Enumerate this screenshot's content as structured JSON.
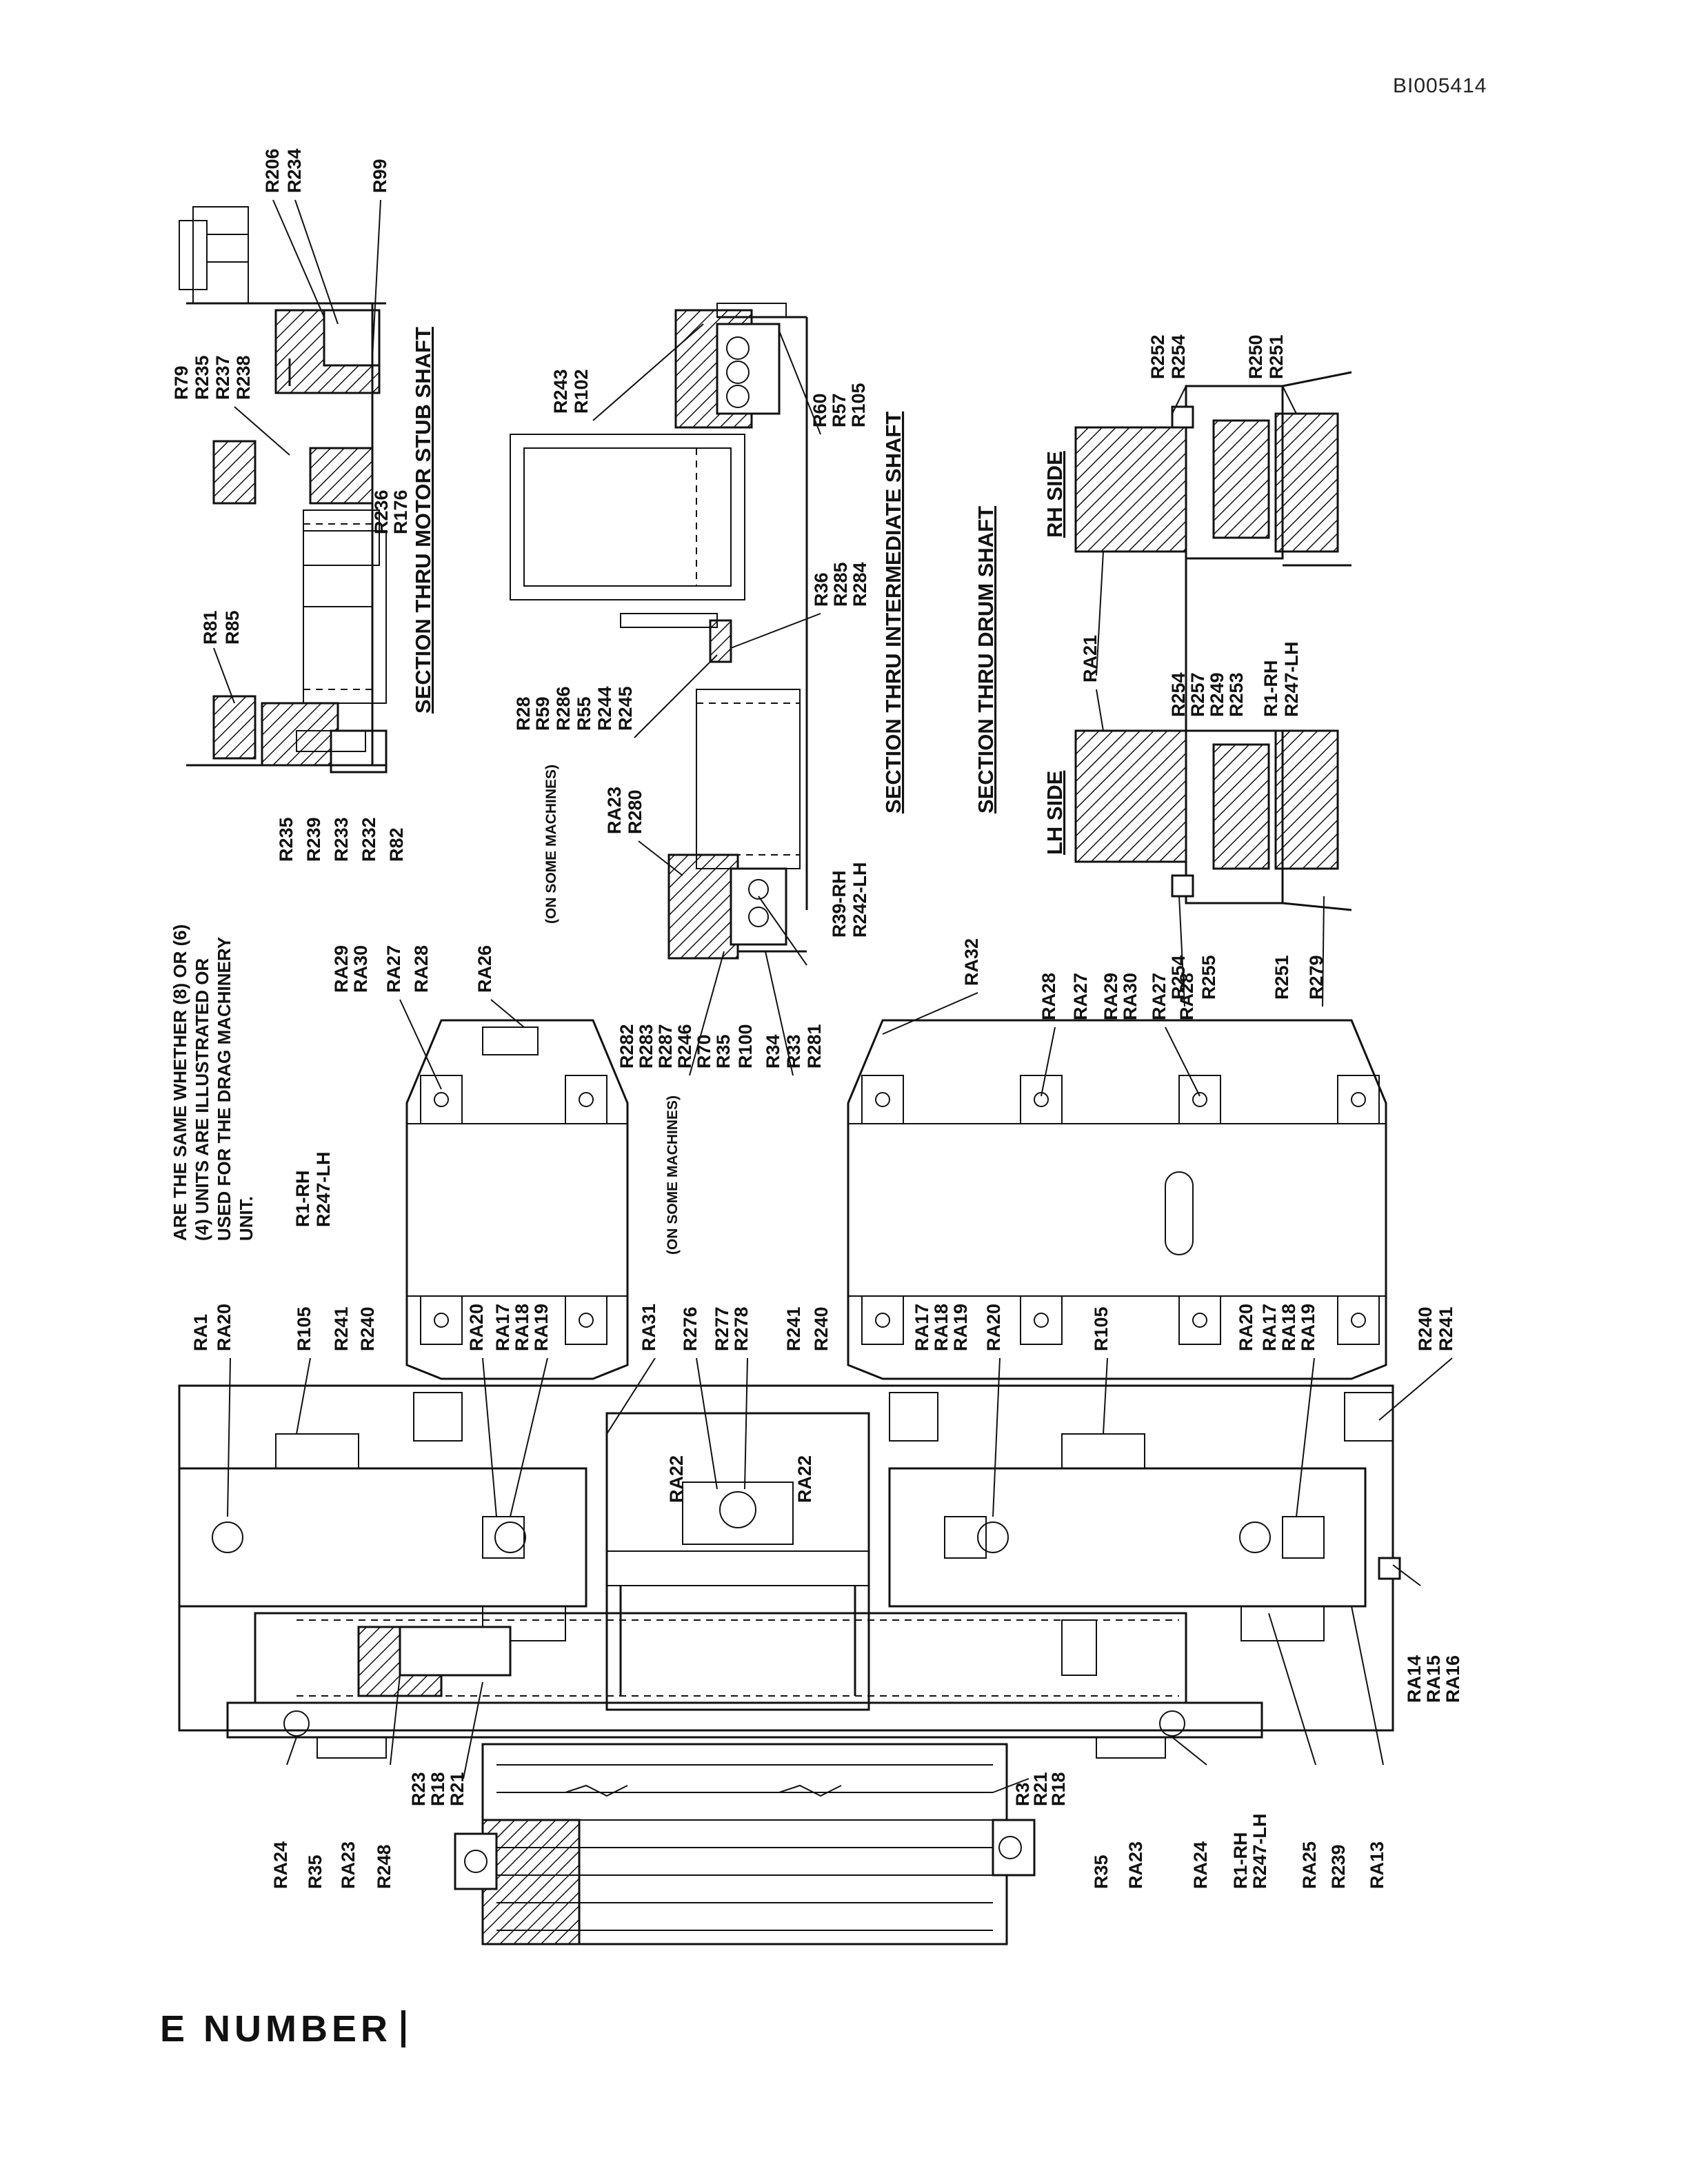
{
  "document_id": "BI005414",
  "footer_text": "E NUMBER",
  "sections": {
    "motor_stub": "SECTION THRU MOTOR STUB SHAFT",
    "intermediate": "SECTION THRU INTERMEDIATE SHAFT",
    "drum": "SECTION THRU DRUM SHAFT",
    "lh_side": "LH SIDE",
    "rh_side": "RH SIDE"
  },
  "notes": {
    "units_line1": "ARE THE SAME WHETHER (8) OR (6)",
    "units_line2": "(4) UNITS ARE ILLUSTRATED OR",
    "units_line3": "USED FOR THE DRAG MACHINERY",
    "units_line4": "UNIT.",
    "on_some_1": "(ON SOME MACHINES)",
    "on_some_2": "(ON SOME MACHINES)"
  },
  "labels": {
    "motor": [
      "R206",
      "R234",
      "R99",
      "R79",
      "R235",
      "R237",
      "R238",
      "R236",
      "R176",
      "R81",
      "R85",
      "R235",
      "R239",
      "R233",
      "R232",
      "R82"
    ],
    "intermediate_top": [
      "R243",
      "R102",
      "R60",
      "R57",
      "R105",
      "R36",
      "R285",
      "R284",
      "R28",
      "R59",
      "R286",
      "R55",
      "R244",
      "R245"
    ],
    "intermediate_bottom": [
      "RA23",
      "R280",
      "R282",
      "R283",
      "R287",
      "R246",
      "R70",
      "R35",
      "R100",
      "R34",
      "R33",
      "R281",
      "R39-RH",
      "R242-LH"
    ],
    "drum": [
      "R252",
      "R254",
      "R250",
      "R251",
      "RA21",
      "R254",
      "R257",
      "R249",
      "R253",
      "R1-RH",
      "R247-LH",
      "R254",
      "R255",
      "R251",
      "R279"
    ],
    "upper_unit": [
      "R1-RH",
      "R247-LH",
      "RA29",
      "RA30",
      "RA27",
      "RA28",
      "RA26",
      "RA31"
    ],
    "left_column": [
      "RA1",
      "RA20",
      "R105",
      "R241",
      "R240",
      "RA20",
      "RA17",
      "RA18",
      "RA19"
    ],
    "center": [
      "R276",
      "R277",
      "R278",
      "RA22",
      "RA22"
    ],
    "lower_unit": [
      "RA32",
      "RA28",
      "RA27",
      "RA29",
      "RA30",
      "RA27",
      "RA28",
      "R241",
      "R240",
      "RA17",
      "RA18",
      "RA19",
      "RA20",
      "R105",
      "RA20",
      "RA17",
      "RA18",
      "RA19",
      "R240",
      "R241"
    ],
    "bottom_left": [
      "RA24",
      "R35",
      "RA23",
      "R248",
      "R23",
      "R18",
      "R21"
    ],
    "bottom_right": [
      "R3",
      "R21",
      "R18",
      "R35",
      "RA23",
      "RA24",
      "R1-RH",
      "R247-LH",
      "RA25",
      "R239",
      "RA13",
      "RA14",
      "RA15",
      "RA16"
    ]
  }
}
